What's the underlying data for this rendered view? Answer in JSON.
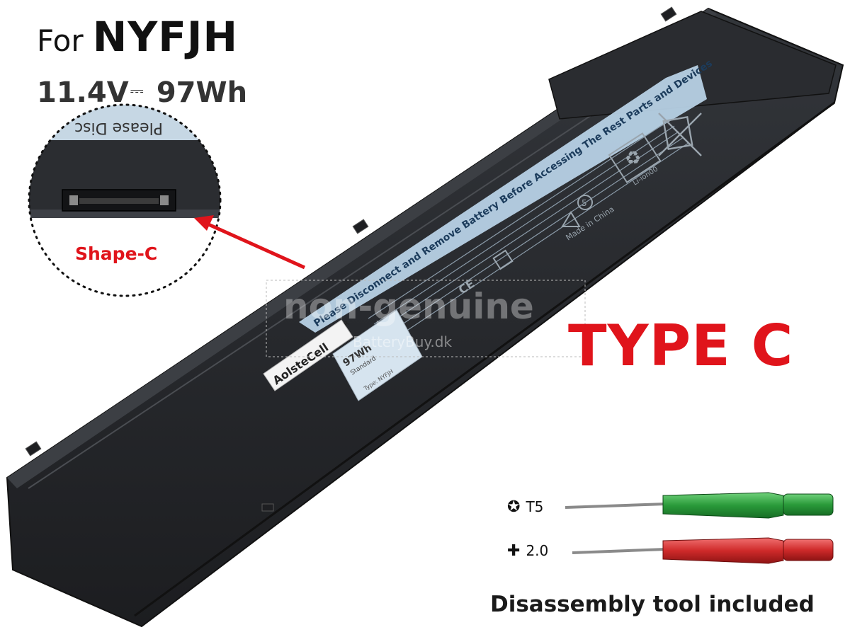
{
  "product": {
    "for_label": "For",
    "model": "NYFJH",
    "voltage": "11.4V",
    "dc_symbol": "⎓",
    "capacity": "97Wh"
  },
  "callout": {
    "shape_label": "Shape-C",
    "label_text": "Please Disc"
  },
  "type_label": "TYPE C",
  "battery_label": {
    "warning_strip": "Please Disconnect and Remove Battery Before Accessing The Rest Parts and Devices",
    "brand_tag": "AolsteCell",
    "brand_tag_mark": "R",
    "sticker_capacity": "97Wh",
    "sticker_sub": "Standard",
    "sticker_type": "Type: NYFJH",
    "made_in": "Made in China",
    "cell_type": "Li-ion00",
    "recycle_number": "5"
  },
  "watermark": {
    "main": "non-genuine",
    "sub": "BatteryBuy.dk"
  },
  "tools": [
    {
      "symbol": "✪",
      "size": "T5",
      "handle_color": "#2a9a3a"
    },
    {
      "symbol": "✚",
      "size": "2.0",
      "handle_color": "#cf2a2a"
    }
  ],
  "disassembly_text": "Disassembly tool included",
  "colors": {
    "battery_body": "#26282c",
    "label_blue": "#bcd6ea",
    "accent_red": "#e0141b"
  }
}
